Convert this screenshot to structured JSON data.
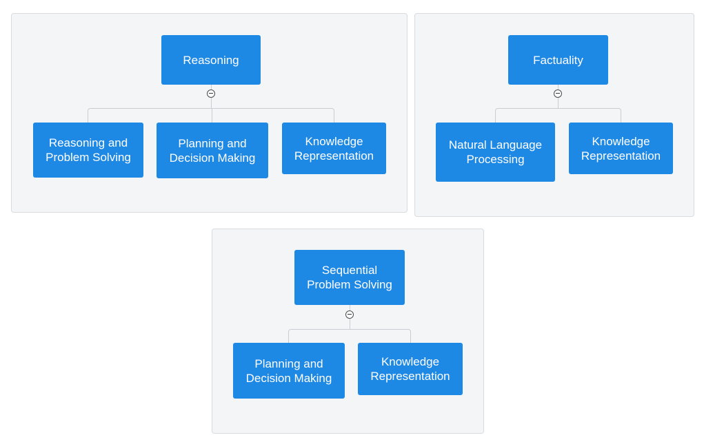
{
  "colors": {
    "node_fill": "#1e88e5",
    "node_text": "#ffffff",
    "panel_bg": "#f4f5f7",
    "panel_border": "#d8dbe0",
    "connector": "#c9cdd3"
  },
  "toggle_icon": "collapse-minus-icon",
  "diagrams": [
    {
      "root": "Reasoning",
      "children": [
        "Reasoning and\nProblem Solving",
        "Planning and\nDecision Making",
        "Knowledge\nRepresentation"
      ]
    },
    {
      "root": "Factuality",
      "children": [
        "Natural Language\nProcessing",
        "Knowledge\nRepresentation"
      ]
    },
    {
      "root": "Sequential\nProblem Solving",
      "children": [
        "Planning and\nDecision Making",
        "Knowledge\nRepresentation"
      ]
    }
  ]
}
